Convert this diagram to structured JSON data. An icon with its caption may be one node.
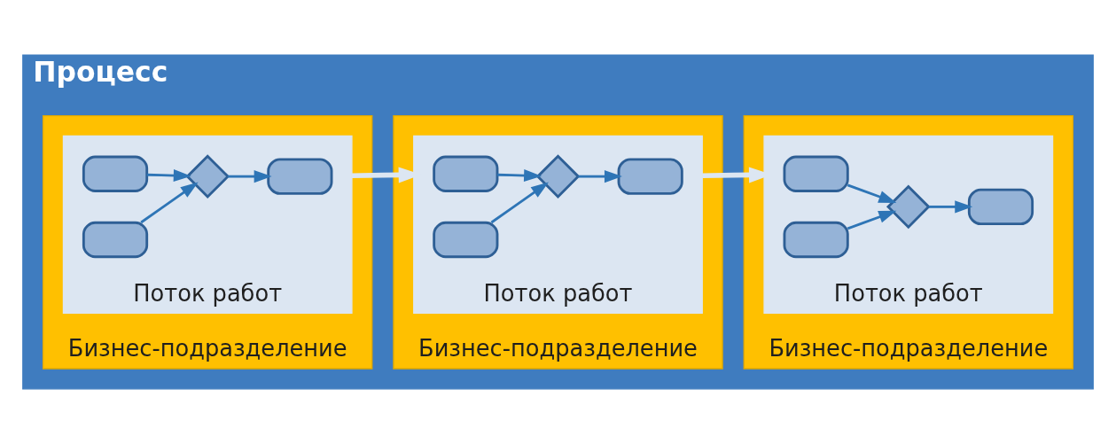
{
  "diagram": {
    "nodes": [
      {
        "text": [
          "Процесс"
        ]
      },
      {
        "text": [
          "Бизнес-подразделение"
        ],
        "in": 0
      },
      {
        "text": [
          "Поток работ"
        ],
        "in": 1
      },
      {
        "text": [],
        "shape": "box",
        "in": 2
      },
      {
        "text": [],
        "shape": "box",
        "in": 2
      },
      {
        "text": [],
        "shape": "diamond",
        "in": 2
      },
      {
        "text": [],
        "shape": "box",
        "in": 2
      },
      {
        "text": [
          "Бизнес-подразделение"
        ],
        "in": 0
      },
      {
        "text": [
          "Поток работ"
        ],
        "in": 7
      },
      {
        "text": [],
        "shape": "box",
        "in": 8
      },
      {
        "text": [],
        "shape": "box",
        "in": 8
      },
      {
        "text": [],
        "shape": "diamond",
        "in": 8
      },
      {
        "text": [],
        "shape": "box",
        "in": 8
      },
      {
        "text": [
          "Бизнес-подразделение"
        ],
        "in": 0
      },
      {
        "text": [
          "Поток работ"
        ],
        "in": 13
      },
      {
        "text": [],
        "shape": "box",
        "in": 14
      },
      {
        "text": [],
        "shape": "box",
        "in": 14
      },
      {
        "text": [],
        "shape": "diamond",
        "in": 14
      },
      {
        "text": [],
        "shape": "box",
        "in": 14
      }
    ],
    "edges": [
      {
        "from": 3,
        "to": 5,
        "arrow": "to"
      },
      {
        "from": 4,
        "to": 5,
        "arrow": "to"
      },
      {
        "from": 5,
        "to": 6,
        "arrow": "to"
      },
      {
        "from": 9,
        "to": 11,
        "arrow": "to"
      },
      {
        "from": 10,
        "to": 11,
        "arrow": "to"
      },
      {
        "from": 11,
        "to": 12,
        "arrow": "to"
      },
      {
        "from": 15,
        "to": 17,
        "arrow": "to"
      },
      {
        "from": 16,
        "to": 17,
        "arrow": "to"
      },
      {
        "from": 17,
        "to": 18,
        "arrow": "to"
      },
      {
        "from": 2,
        "to": 8,
        "arrow": "to",
        "style": "thick",
        "color": "#dce6f2"
      },
      {
        "from": 8,
        "to": 14,
        "arrow": "to",
        "style": "thick",
        "color": "#dce6f2"
      }
    ]
  }
}
